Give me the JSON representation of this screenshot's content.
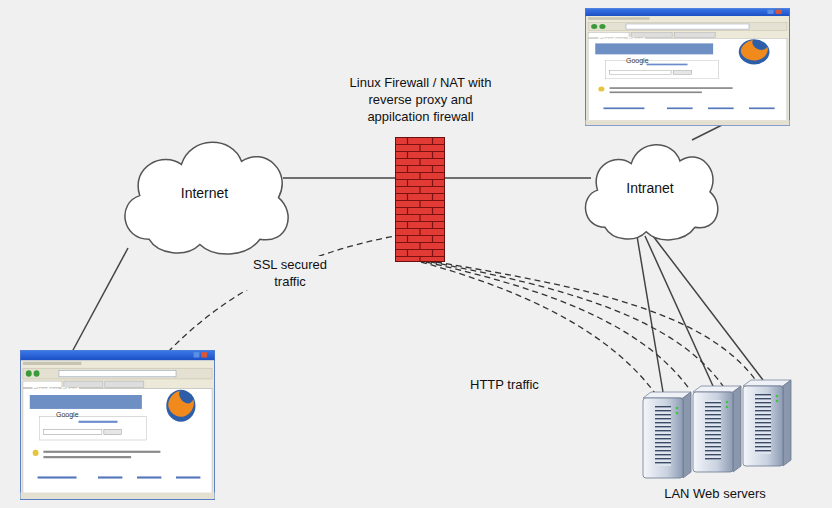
{
  "diagram": {
    "nodes": [
      {
        "text": [
          "Internet"
        ]
      },
      {
        "text": [
          "Linux Firewall / NAT with reverse proxy and appilcation firewall"
        ]
      },
      {
        "text": [
          "Intranet"
        ]
      },
      {
        "text": [
          "LAN Web servers"
        ]
      }
    ],
    "edges": [
      {
        "from": 0,
        "to": 1,
        "arrow": "none"
      },
      {
        "from": 1,
        "to": 2,
        "arrow": "none"
      },
      {
        "from": 2,
        "to": 3,
        "arrow": "none"
      },
      {
        "from": 1,
        "to": 3,
        "label": "HTTP traffic",
        "arrow": "none"
      }
    ],
    "labels": [
      "Firefox Start",
      "Google",
      "SSL secured traffic",
      "Firefox Start",
      "Google"
    ]
  }
}
